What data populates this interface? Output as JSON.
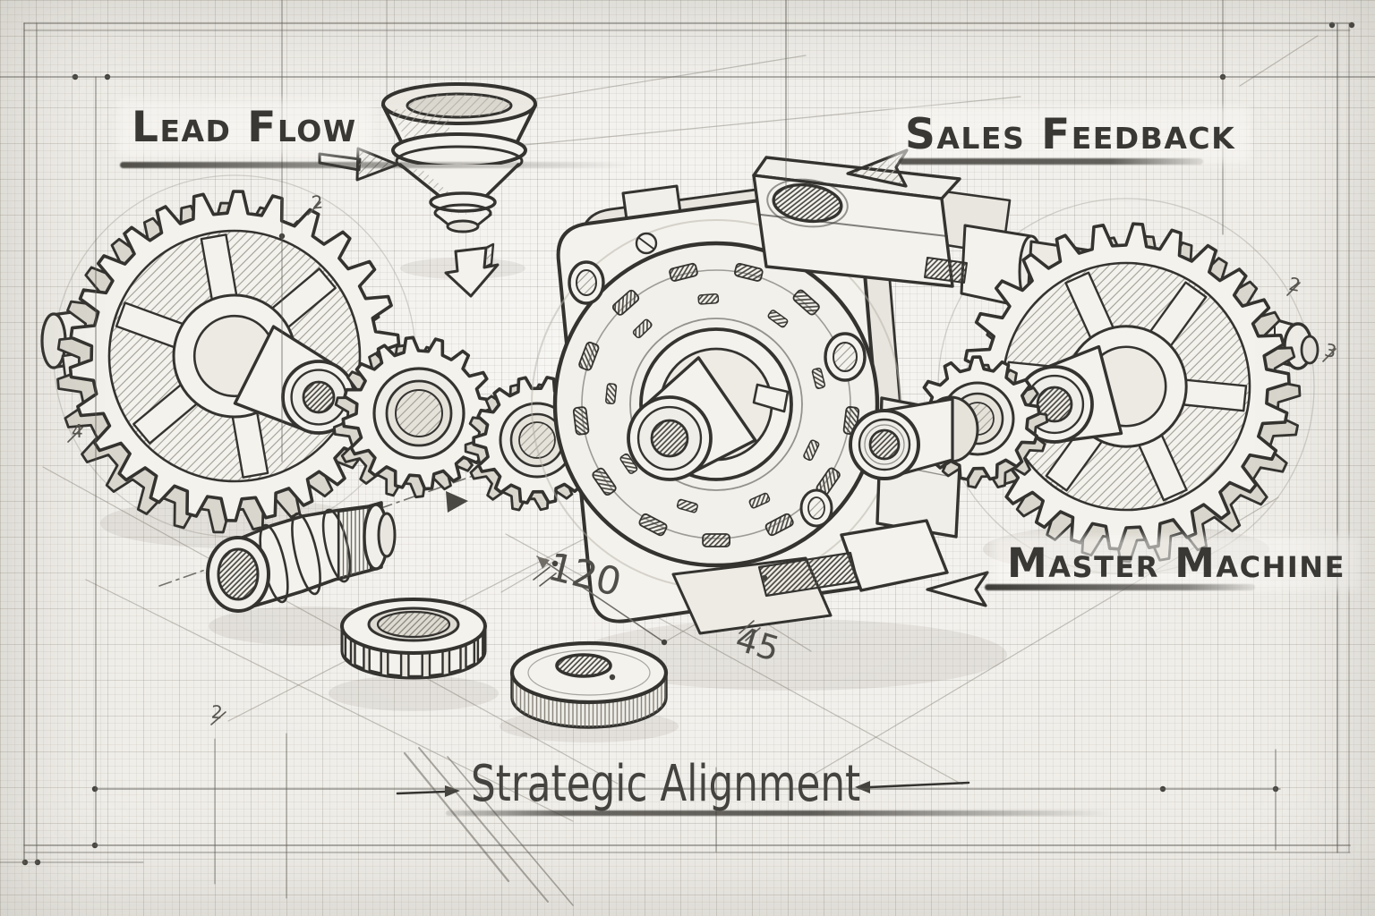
{
  "labels": {
    "lead_flow": "Lead Flow",
    "sales_feedback": "Sales Feedback",
    "master_machine": "Master Machine",
    "strategic_alignment": "Strategic Alignment"
  },
  "dimensions": {
    "main": "120",
    "secondary": "45",
    "marks": [
      "2",
      "4",
      "2",
      "2",
      "3"
    ]
  },
  "colors": {
    "paper": "#f0eee9",
    "ink": "#343330",
    "grid": "#8c8980",
    "pencil_shade": "#d9d6cd"
  },
  "parts": [
    "lead-funnel",
    "funnel-drop-arrow",
    "drive-gear-left",
    "idler-gear-a",
    "idler-gear-b",
    "shaft-coupler",
    "crown-gear",
    "spacer-washer",
    "master-machine-housing",
    "output-bushing",
    "pinion-gear",
    "output-gear-right",
    "axle-stub-left",
    "axle-stub-right"
  ]
}
